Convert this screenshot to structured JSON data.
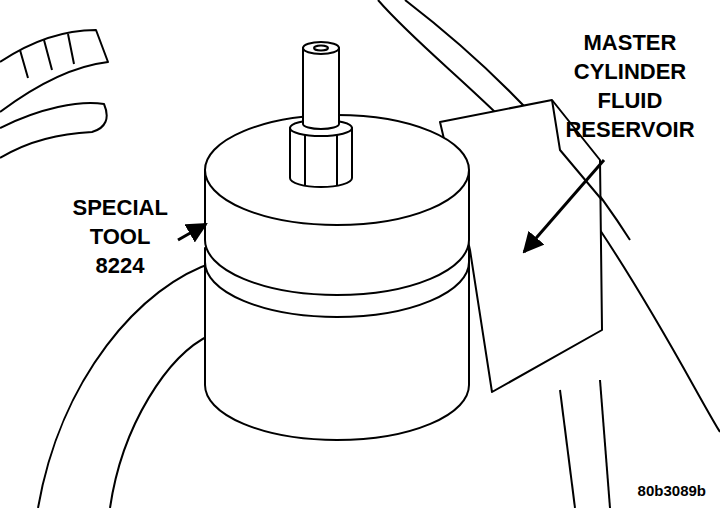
{
  "diagram": {
    "labels": [
      "SPECIAL TOOL 8224",
      "MASTER CYLINDER FLUID RESERVOIR",
      "80b3089b"
    ]
  }
}
